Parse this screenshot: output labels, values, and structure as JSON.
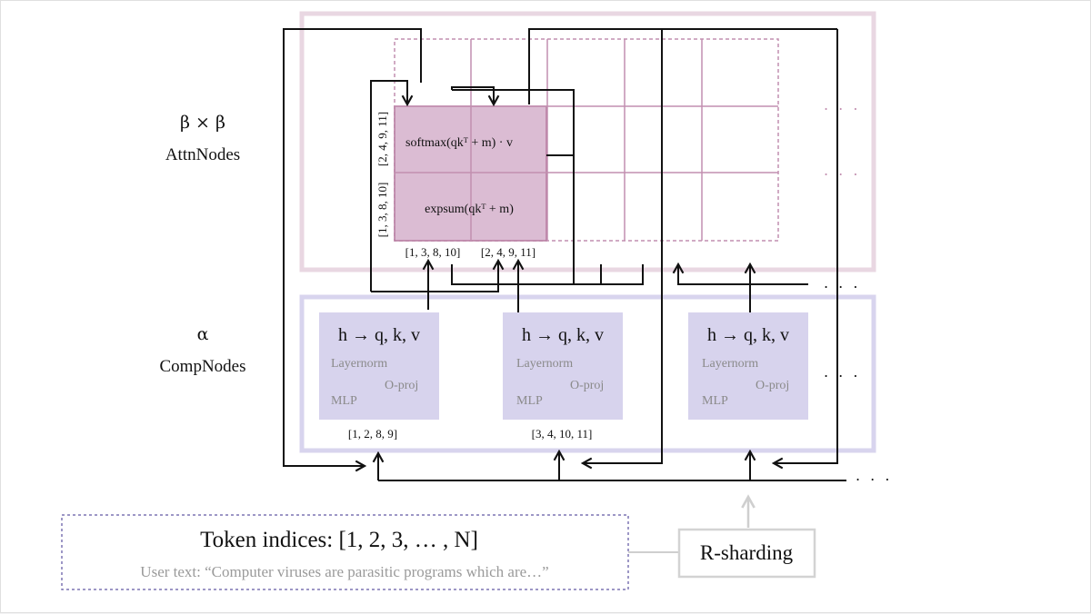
{
  "attn_section": {
    "dim_label": "β × β",
    "name": "AttnNodes",
    "softmax_label": "softmax(qkᵀ + m) · v",
    "expsum_label": "expsum(qkᵀ + m)",
    "col_index_left": "[1, 3, 8, 10]",
    "col_index_right": "[2, 4, 9, 11]",
    "row_index_top": "[2, 4, 9, 11]",
    "row_index_bottom": "[1, 3, 8, 10]",
    "ellipsis": ". . ."
  },
  "comp_section": {
    "dim_label": "α",
    "name": "CompNodes",
    "nodes": [
      {
        "title": "h → q, k, v",
        "layernorm": "Layernorm",
        "oproj": "O-proj",
        "mlp": "MLP",
        "indices": "[1, 2, 8, 9]"
      },
      {
        "title": "h → q, k, v",
        "layernorm": "Layernorm",
        "oproj": "O-proj",
        "mlp": "MLP",
        "indices": "[3, 4, 10, 11]"
      },
      {
        "title": "h → q, k, v",
        "layernorm": "Layernorm",
        "oproj": "O-proj",
        "mlp": "MLP",
        "indices": ""
      }
    ],
    "ellipsis": ". . ."
  },
  "bottom": {
    "ellipsis": ". . .",
    "token_indices": "Token indices:  [1, 2, 3, … , N]",
    "user_text": "User text: “Computer viruses are parasitic programs which are…”",
    "rsharding": "R-sharding"
  },
  "colors": {
    "attn_border": "#e9d7e2",
    "attn_cell": "#dbbcd3",
    "attn_cell_border": "#b67a9f",
    "grid_line": "#c28fb0",
    "comp_border": "#d8d4ee",
    "comp_node": "#d7d3ed",
    "token_border": "#7d75b3",
    "rshard_border": "#d3d3d3",
    "faint_arrow": "#cfcfcf"
  }
}
